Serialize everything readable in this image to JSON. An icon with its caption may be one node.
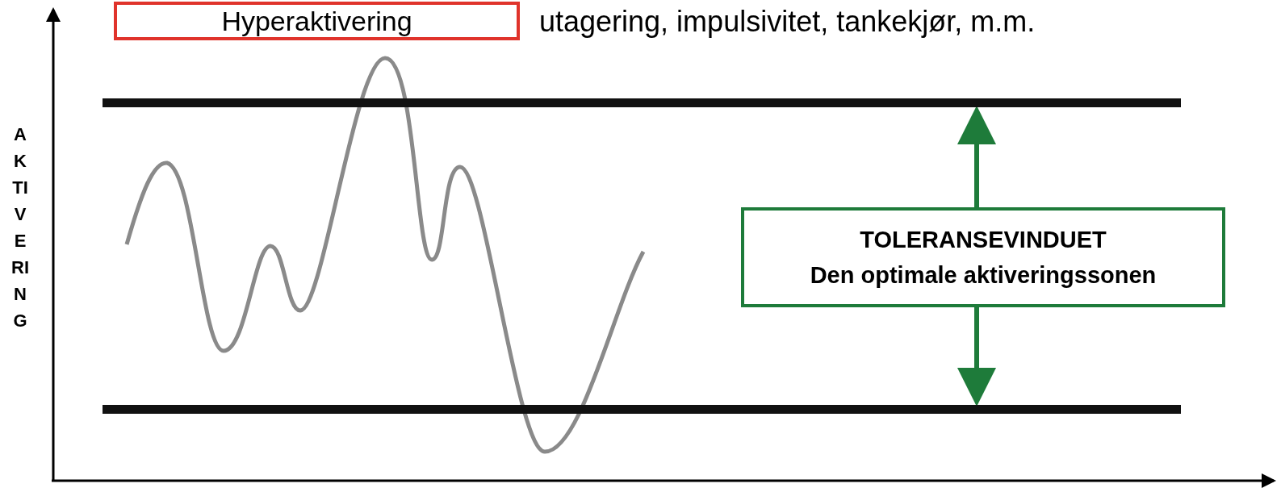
{
  "diagram": {
    "nodes": [
      {
        "text": [
          "Hyperaktivering"
        ]
      },
      {
        "text": [],
        "shape": "bar"
      },
      {
        "text": [
          "TOLERANSEVINDUET",
          "Den optimale aktiveringssonen"
        ]
      },
      {
        "text": [],
        "shape": "bar"
      }
    ],
    "edges": [
      {
        "from": 2,
        "to": 1,
        "arrow": "to"
      },
      {
        "from": 2,
        "to": 3,
        "arrow": "to"
      }
    ],
    "labels": [
      "utagering, impulsivitet, tankekjør, m.m.",
      "AKTIVERING"
    ]
  }
}
